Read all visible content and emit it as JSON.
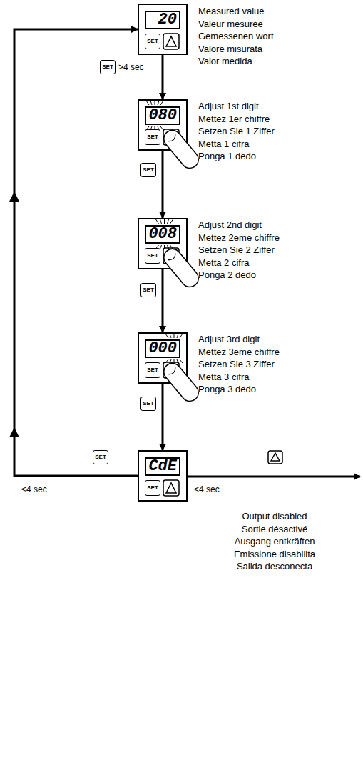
{
  "diagram": {
    "nodes": [
      {
        "text": [
          "20",
          "SET"
        ]
      },
      {
        "text": [
          "080",
          "SET"
        ]
      },
      {
        "text": [
          "008",
          "SET"
        ]
      },
      {
        "text": [
          "000",
          "SET"
        ]
      },
      {
        "text": [
          "CdE",
          "SET"
        ]
      }
    ],
    "edges": [
      {
        "from": 0,
        "to": 1,
        "arrow": "to",
        "label": ">4 sec"
      },
      {
        "from": 1,
        "to": 2,
        "arrow": "to"
      },
      {
        "from": 2,
        "to": 3,
        "arrow": "to"
      },
      {
        "from": 3,
        "to": 4,
        "arrow": "to"
      },
      {
        "from": 4,
        "to": 0,
        "arrow": "to",
        "label": "<4 sec"
      }
    ],
    "labels": [
      "Measured value",
      "Valeur mesurée",
      "Gemessenen wort",
      "Valore misurata",
      "Valor medida",
      "Adjust 1st digit",
      "Mettez 1er chiffre",
      "Setzen Sie 1 Ziffer",
      "Metta 1 cifra",
      "Ponga 1 dedo",
      "Adjust 2nd digit",
      "Mettez 2eme chiffre",
      "Setzen Sie 2 Ziffer",
      "Metta 2 cifra",
      "Ponga 2 dedo",
      "Adjust 3rd digit",
      "Mettez 3eme chiffre",
      "Setzen Sie 3 Ziffer",
      "Metta 3 cifra",
      "Ponga 3 dedo",
      "SET",
      "SET",
      "SET",
      "SET",
      "SET",
      "<4 sec",
      "Output disabled",
      "Sortie désactivé",
      "Ausgang entkräften",
      "Emissione disabilita",
      "Salida desconecta"
    ]
  }
}
